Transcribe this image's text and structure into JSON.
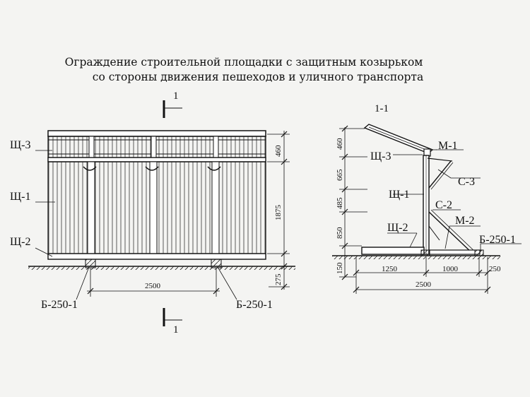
{
  "title": {
    "line1": "Ограждение строительной площадки с защитным козырьком",
    "line2": "со стороны движения пешеходов и уличного транспорта"
  },
  "elevation": {
    "section_mark_top": "1",
    "section_mark_bottom": "1",
    "labels": {
      "shch3": "Щ-3",
      "shch1": "Щ-1",
      "shch2": "Щ-2",
      "b250_left": "Б-250-1",
      "b250_right": "Б-250-1"
    },
    "dims": {
      "d460": "460",
      "d1875": "1875",
      "d275": "275",
      "d2500": "2500"
    }
  },
  "section": {
    "title": "1-1",
    "labels": {
      "m1": "М-1",
      "shch3": "Щ-3",
      "c3": "С-3",
      "shch1": "Щ-1",
      "c2": "С-2",
      "m2": "М-2",
      "shch2": "Щ-2",
      "b250": "Б-250-1"
    },
    "dims": {
      "d460": "460",
      "d665": "665",
      "d485": "485",
      "d850": "850",
      "d150": "150",
      "d1250": "1250",
      "d1000": "1000",
      "d250": "250",
      "d2500": "2500"
    }
  }
}
